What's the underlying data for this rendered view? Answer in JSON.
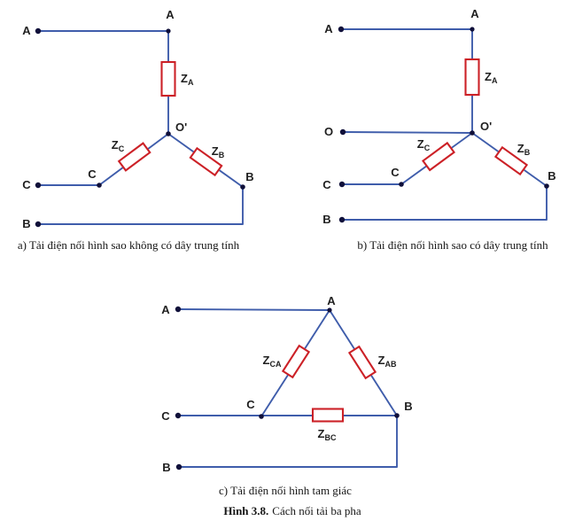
{
  "colors": {
    "wire": "#3f5dab",
    "impedance": "#cc2127",
    "dot": "#10103a",
    "label": "#1f1f1f",
    "caption": "#161616"
  },
  "diagram_a": {
    "caption": "a) Tải điện nối hình sao không có dây trung tính",
    "terminal_a": "A",
    "terminal_c": "C",
    "terminal_b": "B",
    "node_a": "A",
    "node_o_prime": "O'",
    "node_c": "C",
    "node_b": "B",
    "z_a": {
      "sym": "Z",
      "sub": "A"
    },
    "z_c": {
      "sym": "Z",
      "sub": "C"
    },
    "z_b": {
      "sym": "Z",
      "sub": "B"
    }
  },
  "diagram_b": {
    "caption": "b) Tải điện nối hình sao có dây trung tính",
    "terminal_a": "A",
    "terminal_o": "O",
    "terminal_c": "C",
    "terminal_b": "B",
    "node_a": "A",
    "node_o_prime": "O'",
    "node_c": "C",
    "node_b": "B",
    "z_a": {
      "sym": "Z",
      "sub": "A"
    },
    "z_c": {
      "sym": "Z",
      "sub": "C"
    },
    "z_b": {
      "sym": "Z",
      "sub": "B"
    }
  },
  "diagram_c": {
    "caption": "c) Tải điện nối hình tam giác",
    "terminal_a": "A",
    "terminal_c": "C",
    "terminal_b": "B",
    "node_a": "A",
    "node_c": "C",
    "node_b": "B",
    "z_ca": {
      "sym": "Z",
      "sub": "CA"
    },
    "z_ab": {
      "sym": "Z",
      "sub": "AB"
    },
    "z_bc": {
      "sym": "Z",
      "sub": "BC"
    }
  },
  "figure_caption": {
    "bold": "Hình 3.8.",
    "rest": "Cách nối tải ba pha"
  }
}
